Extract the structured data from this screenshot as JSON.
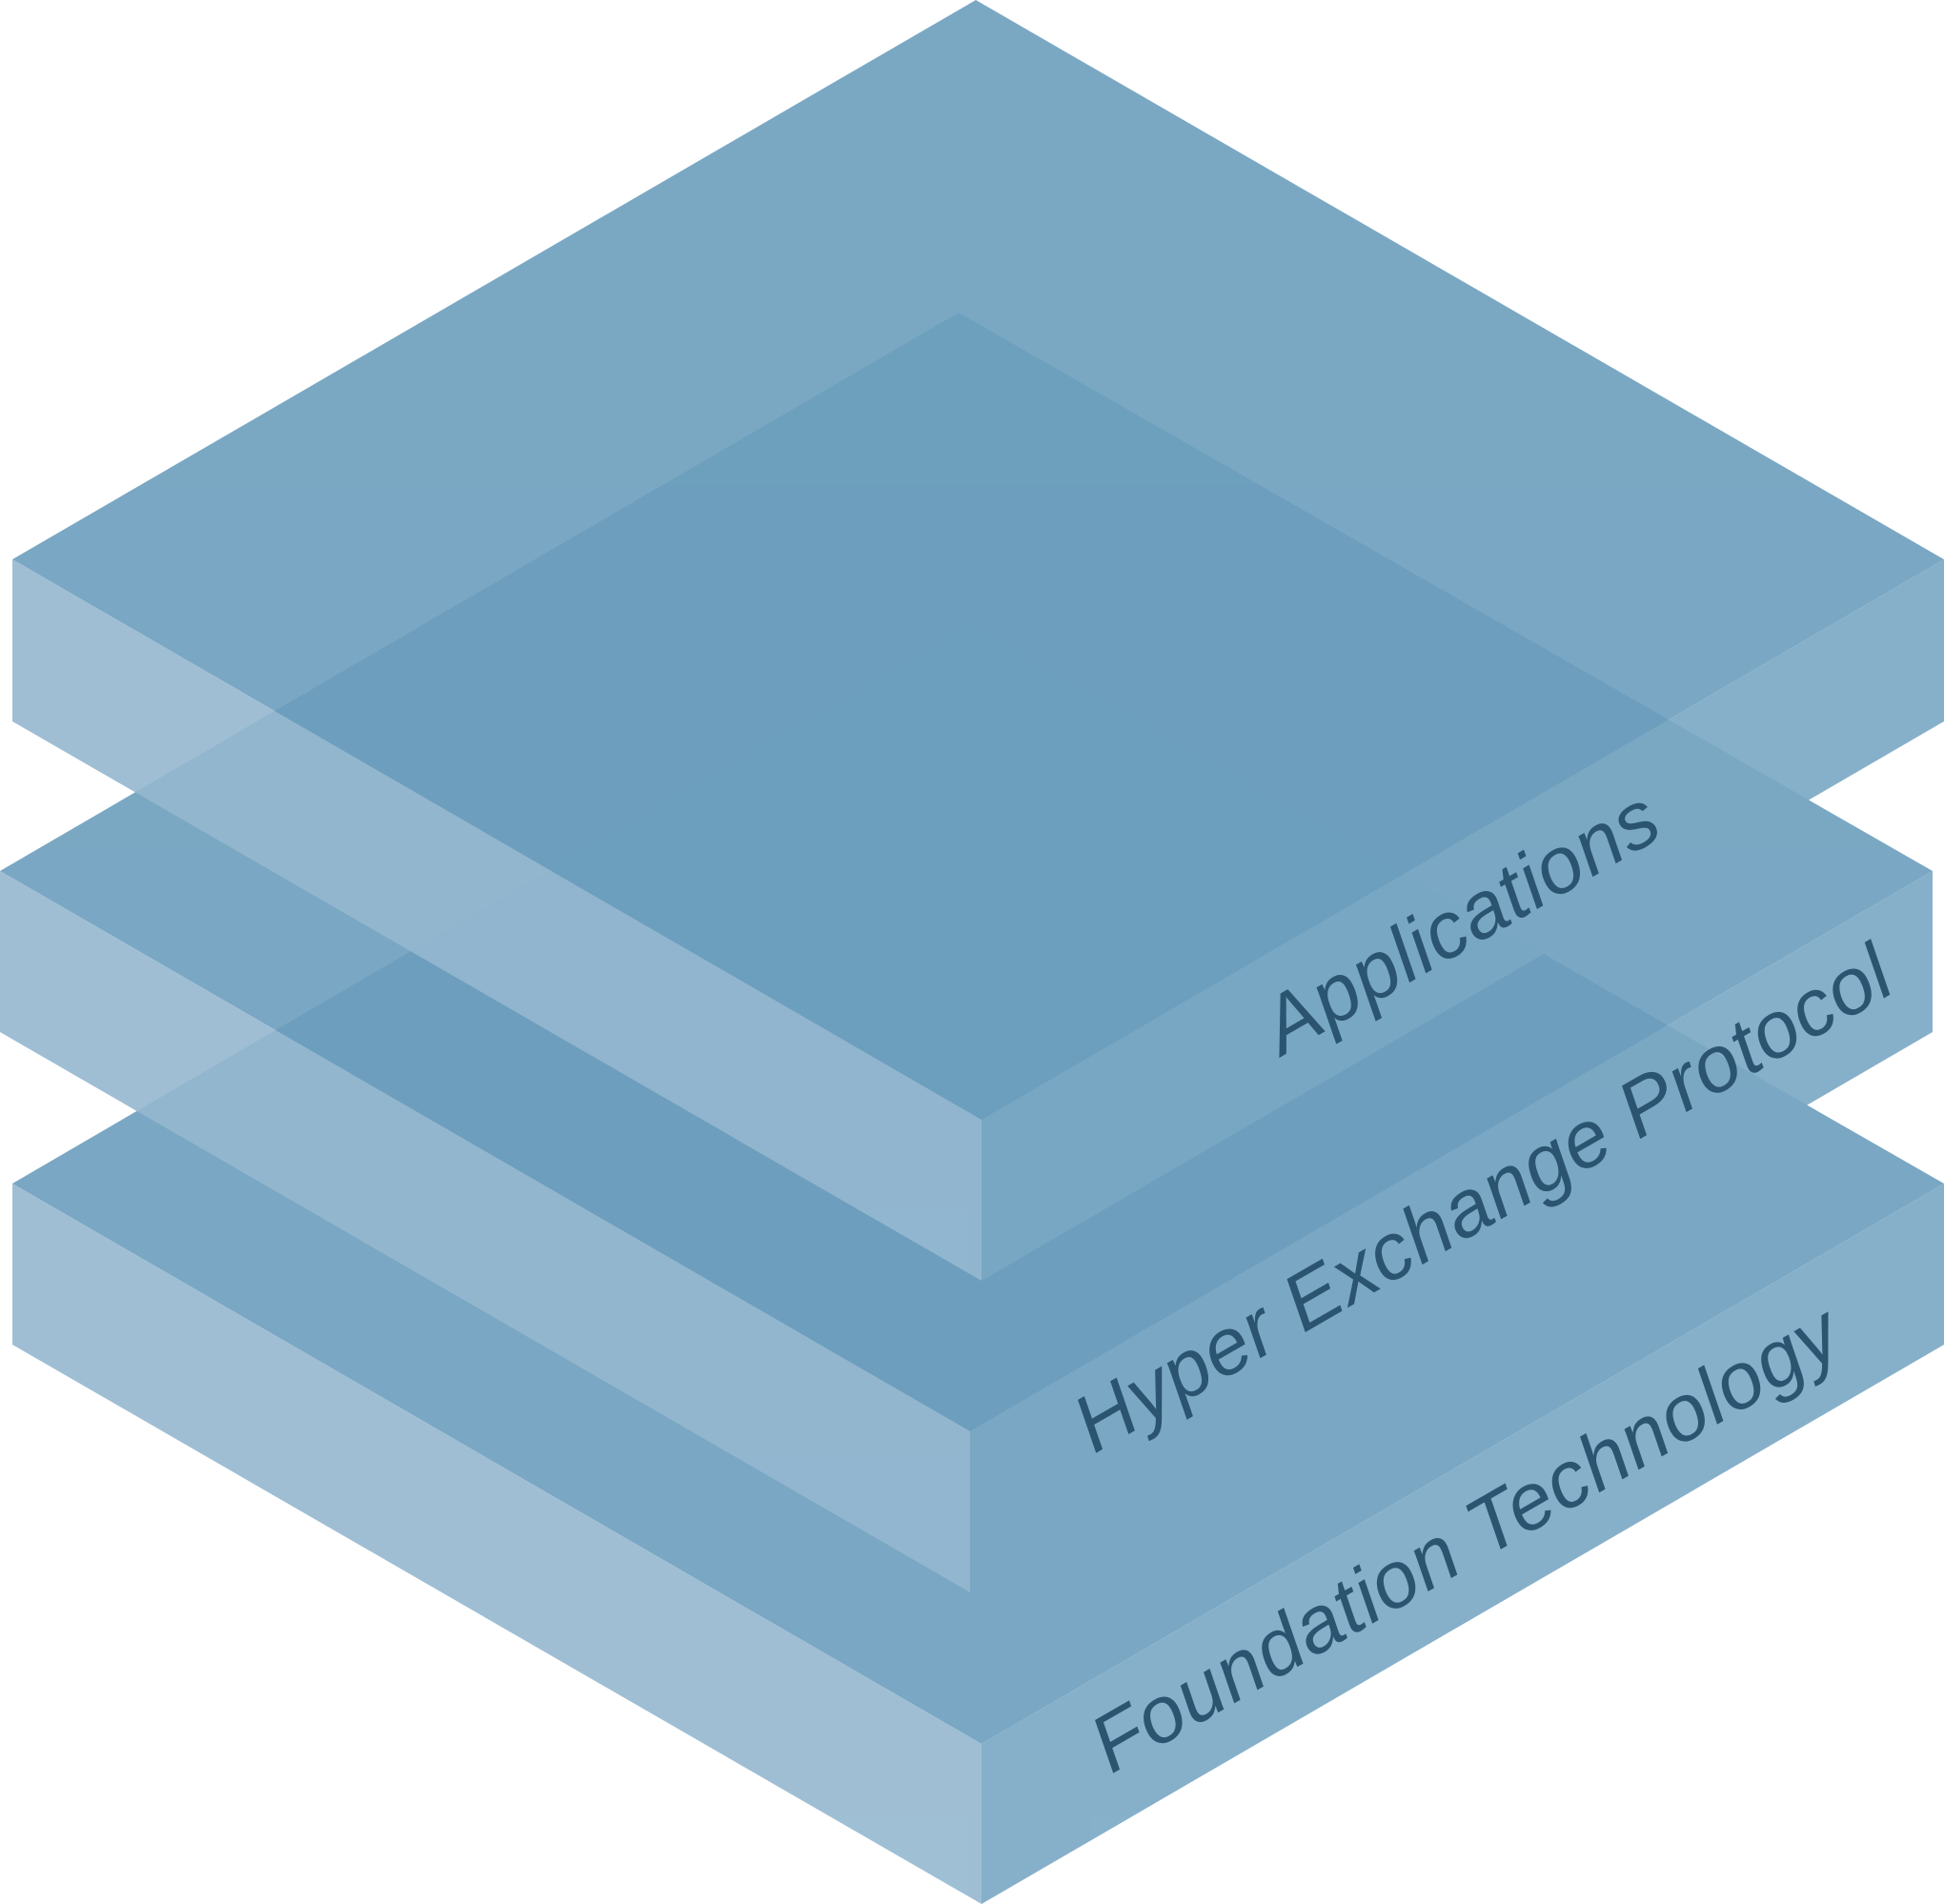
{
  "diagram": {
    "type": "layer-stack",
    "layers": [
      {
        "id": "applications",
        "label": "Applications"
      },
      {
        "id": "hyper-exchange-protocol",
        "label": "Hyper Exchange Protocol"
      },
      {
        "id": "foundation-technology",
        "label": "Foundation Technology"
      }
    ],
    "colors": {
      "top_face": "#6c9ebd",
      "left_face": "#95b8d0",
      "right_face": "#7aa8c4",
      "label_text": "#2a5470"
    }
  }
}
